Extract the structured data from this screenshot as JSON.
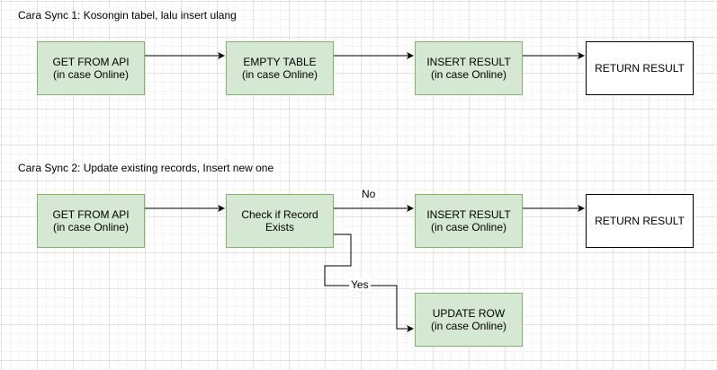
{
  "sections": {
    "sync1_title": "Cara Sync 1: Kosongin tabel, lalu insert ulang",
    "sync2_title": "Cara Sync 2: Update existing records, Insert new one"
  },
  "flow1": {
    "get_from_api": {
      "line1": "GET FROM API",
      "line2": "(in case Online)"
    },
    "empty_table": {
      "line1": "EMPTY TABLE",
      "line2": "(in case Online)"
    },
    "insert_result": {
      "line1": "INSERT RESULT",
      "line2": "(in case Online)"
    },
    "return_result": {
      "line1": "RETURN RESULT"
    }
  },
  "flow2": {
    "get_from_api": {
      "line1": "GET FROM API",
      "line2": "(in case Online)"
    },
    "check_record": {
      "line1": "Check if Record",
      "line2": "Exists"
    },
    "insert_result": {
      "line1": "INSERT RESULT",
      "line2": "(in case Online)"
    },
    "return_result": {
      "line1": "RETURN RESULT"
    },
    "update_row": {
      "line1": "UPDATE ROW",
      "line2": "(in case Online)"
    },
    "label_no": "No",
    "label_yes": "Yes"
  },
  "colors": {
    "process_fill": "#d5e8d4",
    "process_border": "#82b366",
    "terminal_fill": "#ffffff",
    "terminal_border": "#000000",
    "connector": "#000000"
  }
}
